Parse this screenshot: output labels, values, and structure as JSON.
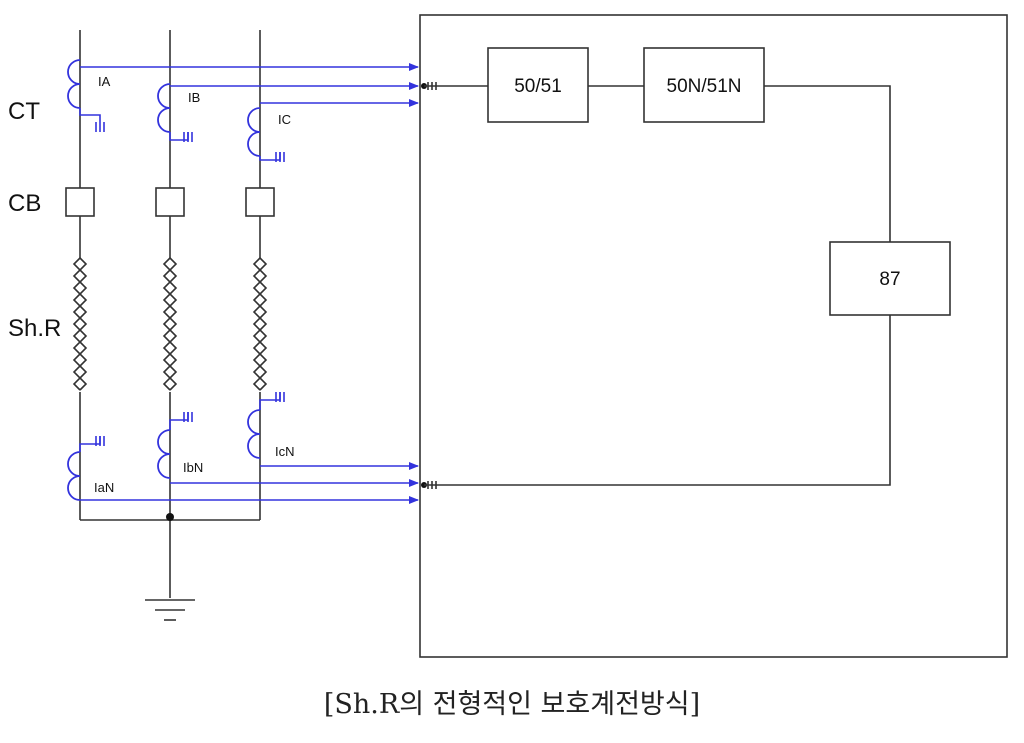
{
  "row_labels": {
    "ct": "CT",
    "cb": "CB",
    "shr": "Sh.R"
  },
  "signal_labels": {
    "ia": "IA",
    "ib": "IB",
    "ic": "IC",
    "ian": "IaN",
    "ibn": "IbN",
    "icn": "IcN"
  },
  "functions": {
    "f1": "50/51",
    "f2": "50N/51N",
    "f3": "87"
  },
  "caption": "[Sh.R의 전형적인 보호계전방식]",
  "colors": {
    "signal": "#3333dd",
    "line": "#333333"
  }
}
